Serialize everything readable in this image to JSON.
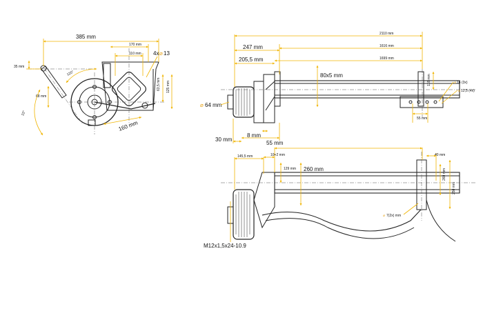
{
  "side_view": {
    "dims": [
      "385 mm",
      "170 mm",
      "110 mm",
      "35 mm",
      "68 mm",
      "63,5 mm",
      "125 mm",
      "160 mm",
      "120°",
      "22°"
    ],
    "holes_count": "4x",
    "holes_size": "13",
    "diameter_symbol": "⌀"
  },
  "top_view": {
    "dims": [
      "247 mm",
      "205,5 mm",
      "2110 mm",
      "1616 mm",
      "1699 mm",
      "80x5 mm",
      "118 mm",
      "64 mm",
      "30 mm",
      "8 mm",
      "55 mm",
      "55 mm"
    ],
    "holes_a": "16 (3x)",
    "holes_b": "12,5 (4x)"
  },
  "front_view": {
    "dims": [
      "145,5 mm",
      "10+2 mm",
      "129 mm",
      "260 mm",
      "40 mm",
      "260 mm",
      "250 mm"
    ],
    "hole": "7(2x) mm",
    "bolt": "M12x1,5x24-10.9"
  }
}
